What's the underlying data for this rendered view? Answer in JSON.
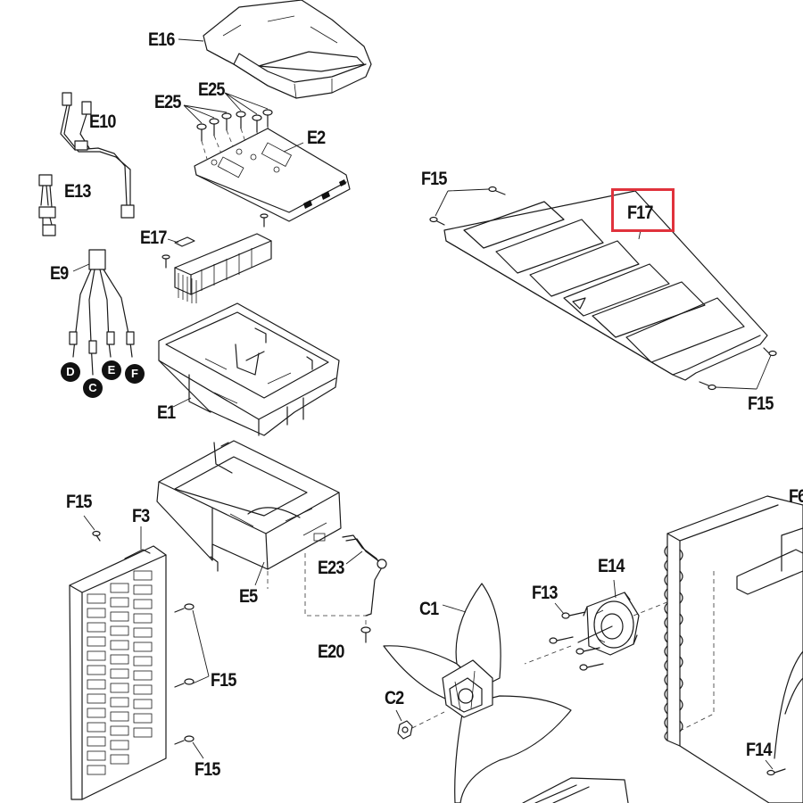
{
  "labels": {
    "E16": "E16",
    "E25a": "E25",
    "E25b": "E25",
    "E10": "E10",
    "E2": "E2",
    "E13": "E13",
    "E17": "E17",
    "E9": "E9",
    "E1": "E1",
    "F15a": "F15",
    "F17": "F17",
    "F15b": "F15",
    "F15c": "F15",
    "F3": "F3",
    "F15d": "F15",
    "F15e": "F15",
    "E5": "E5",
    "E23": "E23",
    "E20": "E20",
    "C1": "C1",
    "C2": "C2",
    "F13": "F13",
    "E14": "E14",
    "F14": "F14",
    "F6": "F6"
  },
  "connectors": {
    "D": "D",
    "C": "C",
    "E": "E",
    "F": "F"
  },
  "highlight": {
    "target": "F17",
    "color": "#e0323c"
  }
}
